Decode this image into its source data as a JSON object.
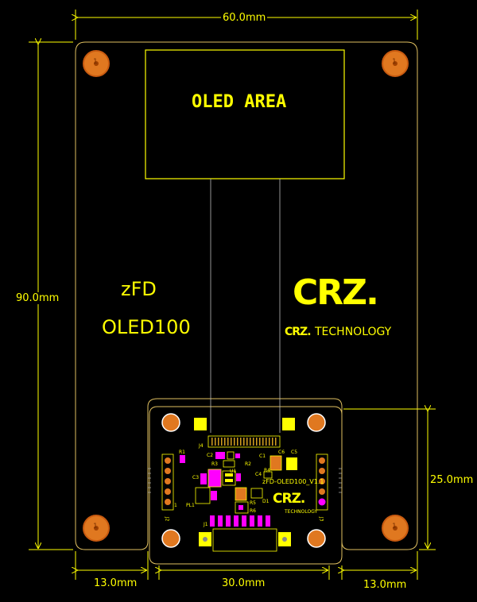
{
  "dimensions": {
    "width_top": "60.0mm",
    "height_left": "90.0mm",
    "height_right": "25.0mm",
    "bottom_left": "13.0mm",
    "bottom_center": "30.0mm",
    "bottom_right": "13.0mm"
  },
  "board": {
    "oled_area_label": "OLED AREA",
    "product_line1": "zFD",
    "product_line2": "OLED100",
    "logo_text": "CRZ.",
    "logo_sub_brand": "CRZ.",
    "logo_sub_word": "TECHNOLOGY",
    "mount_hole_label": "1"
  },
  "sub_board": {
    "version_label": "zFD-OLED100_V1.1",
    "logo_text": "CRZ.",
    "logo_sub_word": "TECHNOLOGY",
    "designators": {
      "j4": "J4",
      "c2": "C2",
      "r3": "R3",
      "r2": "R2",
      "c1": "C1",
      "r1": "R1",
      "c6": "C6",
      "c5": "C5",
      "c3": "C3",
      "u1": "U1",
      "c4": "C4",
      "r4": "R4",
      "d1": "D1",
      "pl1": "PL1",
      "r5": "R5",
      "r6": "R6",
      "j1": "J1",
      "j2": "J2",
      "j3": "J3",
      "pad1": "1"
    }
  },
  "colors": {
    "background": "#000000",
    "silkscreen": "#ffff00",
    "outline": "#e0c060",
    "pad_copper": "#e07820",
    "pad_ring": "#c85a10",
    "smd_pad": "#ff00ff"
  }
}
